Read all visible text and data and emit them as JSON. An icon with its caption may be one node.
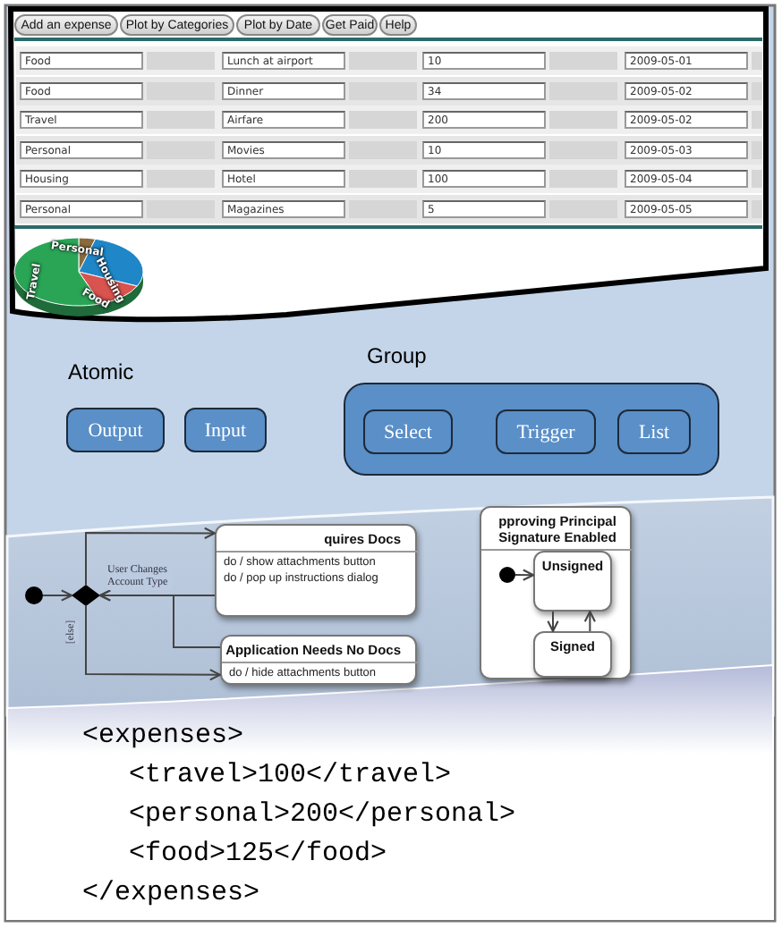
{
  "diagram": {
    "nodes": [
      {
        "text": [
          "Output"
        ]
      },
      {
        "text": [
          "Input"
        ]
      },
      {
        "text": [
          "Group"
        ]
      },
      {
        "text": [
          "Select"
        ],
        "in": 2
      },
      {
        "text": [
          "Trigger"
        ],
        "in": 2
      },
      {
        "text": [
          "List"
        ],
        "in": 2
      },
      {
        "text": [],
        "shape": "circle"
      },
      {
        "text": [],
        "shape": "diamond"
      },
      {
        "text": [
          "quires Docs",
          "do / show attachments button",
          "do / pop up instructions dialog"
        ]
      },
      {
        "text": [
          "Application Needs No Docs",
          "do / hide attachments button"
        ]
      },
      {
        "text": [
          "pproving Principal Signature Enabled"
        ]
      },
      {
        "text": [],
        "shape": "circle",
        "in": 10
      },
      {
        "text": [
          "Unsigned"
        ],
        "in": 10
      },
      {
        "text": [
          "Signed"
        ],
        "in": 10
      }
    ],
    "edges": [
      {
        "from": 6,
        "to": 7,
        "arrow": "to"
      },
      {
        "from": 8,
        "to": 7,
        "arrow": "to",
        "label": "User Changes Account Type"
      },
      {
        "from": 7,
        "to": 8,
        "arrow": "to"
      },
      {
        "from": 9,
        "to": 7,
        "arrow": "to"
      },
      {
        "from": 7,
        "to": 9,
        "arrow": "to",
        "label": "[else]"
      },
      {
        "from": 11,
        "to": 12,
        "arrow": "to"
      },
      {
        "from": 12,
        "to": 13,
        "arrow": "to"
      },
      {
        "from": 13,
        "to": 12,
        "arrow": "to"
      }
    ],
    "labels": [
      "Add an expense",
      "Plot by Categories",
      "Plot by Date",
      "Get Paid",
      "Help",
      "Food",
      "Lunch at airport",
      "10",
      "2009-05-01",
      "Food",
      "Dinner",
      "34",
      "2009-05-02",
      "Travel",
      "Airfare",
      "200",
      "2009-05-02",
      "Personal",
      "Movies",
      "10",
      "2009-05-03",
      "Housing",
      "Hotel",
      "100",
      "2009-05-04",
      "Personal",
      "Magazines",
      "5",
      "2009-05-05",
      "Personal",
      "Housing",
      "Food",
      "Travel",
      "Atomic",
      "<expenses>",
      "<travel>100</travel>",
      "<personal>200</personal>",
      "<food>125</food>",
      "</expenses>"
    ]
  }
}
